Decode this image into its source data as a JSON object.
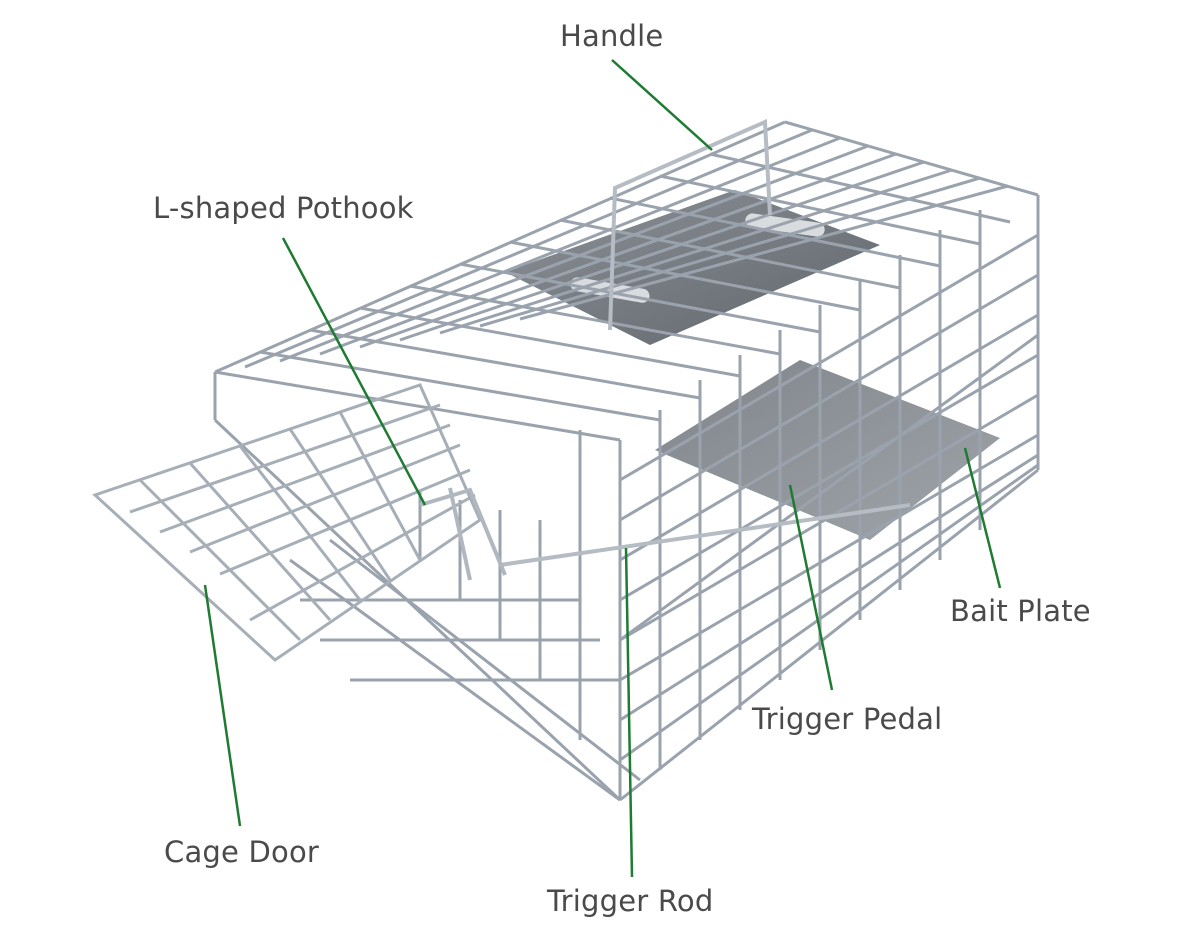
{
  "labels": {
    "handle": "Handle",
    "pothook": "L-shaped Pothook",
    "bait_plate": "Bait Plate",
    "trigger_pedal": "Trigger Pedal",
    "cage_door": "Cage Door",
    "trigger_rod": "Trigger Rod"
  },
  "colors": {
    "leader_line": "#1f7a32",
    "label_text": "#4a4a4a",
    "wire": "#9aa3ad",
    "plate": "#6e747b"
  }
}
